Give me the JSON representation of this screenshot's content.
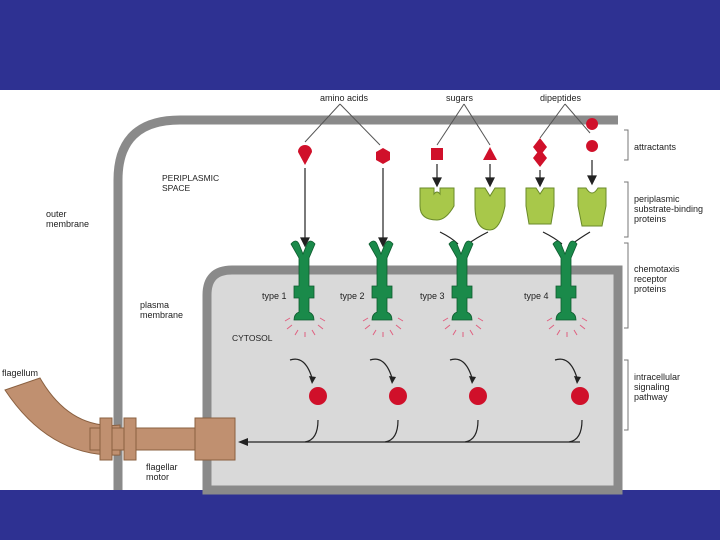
{
  "colors": {
    "band": "#2e3192",
    "membrane": "#8a8a8a",
    "cytosol": "#d9d9d9",
    "receptor": "#1a8a4a",
    "binding_protein": "#a8c84a",
    "attractant": "#d0102a",
    "flagellum": "#c09070"
  },
  "labels": {
    "amino_acids": "amino acids",
    "sugars": "sugars",
    "dipeptides": "dipeptides",
    "attractants": "attractants",
    "periplasmic_space": "PERIPLASMIC\nSPACE",
    "outer_membrane": "outer\nmembrane",
    "periplasmic_binding": "periplasmic\nsubstrate-binding\nproteins",
    "chemotaxis_receptor": "chemotaxis\nreceptor\nproteins",
    "plasma_membrane": "plasma\nmembrane",
    "type1": "type 1",
    "type2": "type 2",
    "type3": "type 3",
    "type4": "type 4",
    "cytosol": "CYTOSOL",
    "flagellum": "flagellum",
    "intracellular": "intracellular\nsignaling\npathway",
    "flagellar_motor": "flagellar\nmotor"
  }
}
